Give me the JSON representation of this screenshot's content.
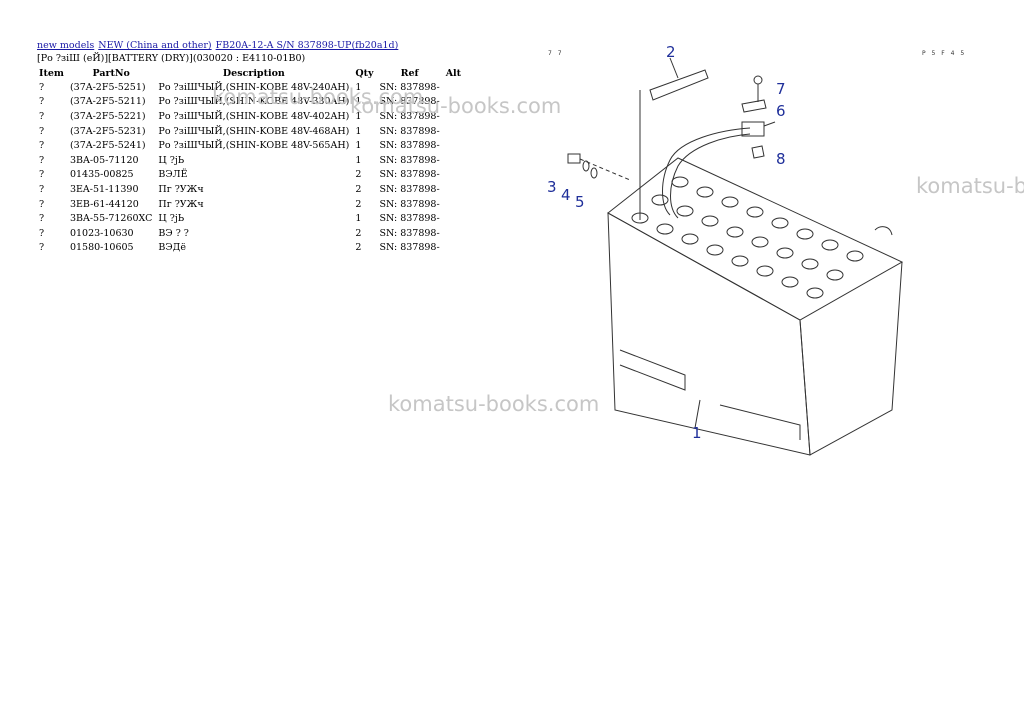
{
  "breadcrumb": [
    {
      "label": "new models"
    },
    {
      "label": "NEW (China and other)"
    },
    {
      "label": "FB20A-12-A S/N 837898-UP(fb20a1d)"
    }
  ],
  "subtitle": "[Ро ?зiШ (еЙ)][BATTERY (DRY)](030020 : E4110-01B0)",
  "table": {
    "headers": {
      "item": "Item",
      "part": "PartNo",
      "desc": "Description",
      "qty": "Qty",
      "ref": "Ref",
      "alt": "Alt"
    },
    "rows": [
      {
        "item": "?",
        "part": "(37A-2F5-5251)",
        "desc": "Ро ?зiШЧЫЙ,(SHIN-KOBE 48V-240AH)",
        "qty": "1",
        "ref": "SN: 837898-"
      },
      {
        "item": "?",
        "part": "(37A-2F5-5211)",
        "desc": "Ро ?зiШЧЫЙ,(SHIN-KOBE 48V-330AH)",
        "qty": "1",
        "ref": "SN: 837898-"
      },
      {
        "item": "?",
        "part": "(37A-2F5-5221)",
        "desc": "Ро ?зiШЧЫЙ,(SHIN-KOBE 48V-402AH)",
        "qty": "1",
        "ref": "SN: 837898-"
      },
      {
        "item": "?",
        "part": "(37A-2F5-5231)",
        "desc": "Ро ?зiШЧЫЙ,(SHIN-KOBE 48V-468AH)",
        "qty": "1",
        "ref": "SN: 837898-"
      },
      {
        "item": "?",
        "part": "(37A-2F5-5241)",
        "desc": "Ро ?зiШЧЫЙ,(SHIN-KOBE 48V-565AH)",
        "qty": "1",
        "ref": "SN: 837898-"
      },
      {
        "item": "?",
        "part": "3BA-05-71120",
        "desc": "Ц ?jЬ",
        "qty": "1",
        "ref": "SN: 837898-"
      },
      {
        "item": "?",
        "part": "01435-00825",
        "desc": "ВЭЛЁ",
        "qty": "2",
        "ref": "SN: 837898-"
      },
      {
        "item": "?",
        "part": "3EA-51-11390",
        "desc": "Пг ?УЖч",
        "qty": "2",
        "ref": "SN: 837898-"
      },
      {
        "item": "?",
        "part": "3EB-61-44120",
        "desc": "Пг ?УЖч",
        "qty": "2",
        "ref": "SN: 837898-"
      },
      {
        "item": "?",
        "part": "3BA-55-71260XC",
        "desc": "Ц ?jЬ",
        "qty": "1",
        "ref": "SN: 837898-"
      },
      {
        "item": "?",
        "part": "01023-10630",
        "desc": "ВЭ ? ?",
        "qty": "2",
        "ref": "SN: 837898-"
      },
      {
        "item": "?",
        "part": "01580-10605",
        "desc": "ВЭДё",
        "qty": "2",
        "ref": "SN: 837898-"
      }
    ]
  },
  "watermarks": [
    "komatsu-books.com",
    "komatsu-books.com",
    "komatsu-b",
    "komatsu-books.com"
  ],
  "diagram": {
    "corner_left": "7 7",
    "corner_right": "P 5 F 4 5",
    "callouts": [
      "1",
      "2",
      "3",
      "4",
      "5",
      "6",
      "7",
      "8"
    ],
    "callout_color": "#1f2f9a"
  }
}
